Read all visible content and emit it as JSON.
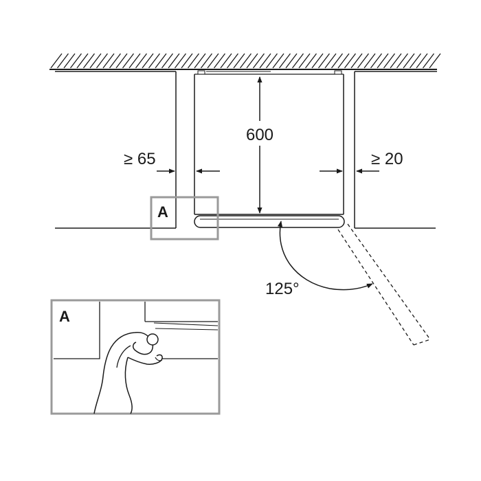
{
  "labels": {
    "height_dimension": "600",
    "left_gap": "≥ 65",
    "right_gap": "≥ 20",
    "door_angle": "125°",
    "detail_marker": "A",
    "inset_marker": "A"
  },
  "icons": [
    "hatched-ceiling",
    "arrow-heads",
    "hand-icon"
  ]
}
